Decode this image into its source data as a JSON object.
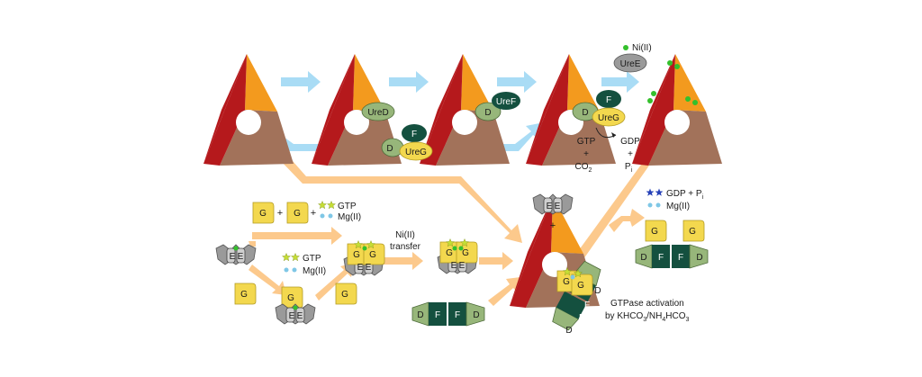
{
  "labels": {
    "ureD": "UreD",
    "ureF": "UreF",
    "ureG": "UreG",
    "ureE": "UreE",
    "d": "D",
    "f": "F",
    "g": "G",
    "e": "E",
    "plus": "+",
    "nickel": "Ni(II)",
    "gtp": "GTP",
    "gdp": "GDP",
    "co2": "CO",
    "co2_sub": "2",
    "pi": "P",
    "pi_sub": "i",
    "mg": "Mg(II)",
    "gdp_pi": "GDP + P",
    "ni_transfer_1": "Ni(II)",
    "ni_transfer_2": "transfer",
    "gtpase_1": "GTPase activation",
    "gtpase_2a": "by KHCO",
    "gtpase_2b": "3",
    "gtpase_2c": "/NH",
    "gtpase_2d": "4",
    "gtpase_2e": "HCO",
    "gtpase_2f": "3"
  },
  "colors": {
    "urease_red": "#b5191c",
    "urease_orange": "#f39a1e",
    "urease_brown": "#a2725a",
    "ured": "#97b67a",
    "uref": "#14503f",
    "ureg": "#f3d84e",
    "uree": "#9a9a9a",
    "blue_arrow": "#a9dcf5",
    "orange_arrow": "#fcc98c",
    "nickel": "#34c02c",
    "star_gtp": "#c6de36",
    "star_gdp": "#2742b8",
    "mg": "#7fc7e6"
  }
}
